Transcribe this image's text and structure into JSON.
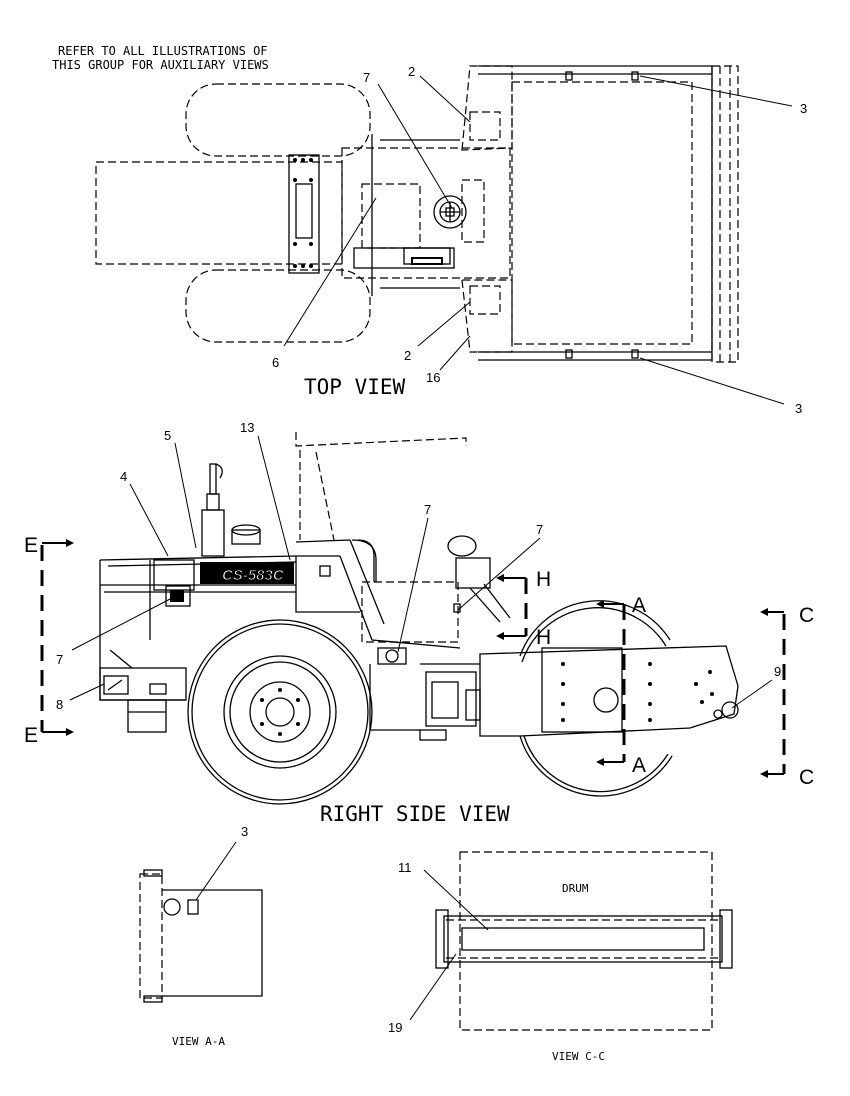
{
  "note": {
    "line1": "REFER TO ALL ILLUSTRATIONS OF",
    "line2": "THIS GROUP FOR AUXILIARY VIEWS"
  },
  "views": {
    "top": "TOP VIEW",
    "right_side": "RIGHT SIDE VIEW",
    "view_a": "VIEW A-A",
    "view_c": "VIEW C-C"
  },
  "labels": {
    "drum": "DRUM",
    "model_decal": "CS-583C"
  },
  "section_markers": {
    "e": "E",
    "h": "H",
    "a": "A",
    "c": "C"
  },
  "callouts": {
    "top": {
      "n7": "7",
      "n2a": "2",
      "n3a": "3",
      "n6": "6",
      "n2b": "2",
      "n16": "16",
      "n3b": "3"
    },
    "side": {
      "n5": "5",
      "n13": "13",
      "n4": "4",
      "n7a": "7",
      "n7b": "7",
      "n7c": "7",
      "n8": "8",
      "n9": "9"
    },
    "view_a": {
      "n3": "3"
    },
    "view_c": {
      "n11": "11",
      "n19": "19"
    }
  }
}
